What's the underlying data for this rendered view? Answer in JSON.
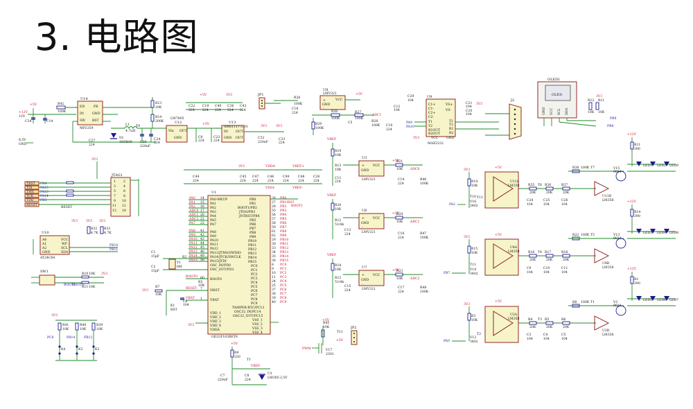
{
  "title": "3. 电路图",
  "labels": {
    "power_vcc": "+5V",
    "power_3v3": "3V3",
    "vref": "VREF",
    "vdda": "VDDA",
    "vrefp": "VREF+",
    "vbat_3v": "3V3",
    "u14": "U14",
    "u14_part": "MP2359",
    "u12": "U12",
    "u12_part": "LM7805",
    "u13": "U13",
    "u13_part": "AMS1117-3.3V",
    "u8": "U8",
    "u8_part": "LMV321",
    "u9": "U9",
    "u9_part": "MAX3232",
    "oled": "OLED1",
    "oled_name": "OLED",
    "jtag": "JTAG1",
    "u10": "U10",
    "u10_part": "AT24C64",
    "mcu": "U1",
    "mcu_part": "GD32F103RET6",
    "u3": "U3",
    "u3_part": "LMV321",
    "u6": "U6",
    "u6_part": "LMV321",
    "u7": "U7",
    "u7_part": "LMV321",
    "u11a": "U11A",
    "u11b": "U11B",
    "u4a": "U4A",
    "u4b": "U4B",
    "u2a": "U2A",
    "u2b": "U2B",
    "lm358": "LM358",
    "adc0": "ADC0",
    "adc1": "ADC1",
    "adc2": "ADC2",
    "boot1": "BOOT1",
    "reset": "RESET",
    "boot0": "BOOT0",
    "vbat": "VBAT",
    "pwm": "PWM",
    "pa2": "PA2",
    "pb7": "PB7",
    "pa0": "PA0",
    "pb8": "PB8",
    "pb9": "PB9",
    "u1_ref": "U1",
    "u1_ref_part": "LM385-2.5V",
    "t1": "T1",
    "sw1": "SW1",
    "k1": "K1",
    "k2": "K2",
    "k3": "K3",
    "k4": "K4",
    "v17": "V17",
    "jp1": "JP1",
    "jp2": "JP2",
    "j2": "J2",
    "y1": "Y1",
    "y1_val": "8M",
    "led_d1": "LED1",
    "led_d2": "LED2",
    "led_d3": "LED3",
    "led_d4": "LED4",
    "led_d5": "LED5",
    "led_d6": "LED6",
    "led_d7": "LED7",
    "led_d8": "LED8",
    "led_d9": "LED9",
    "v_a": "V15",
    "v_b": "V13",
    "v_c": "V3",
    "v_part": "9014"
  }
}
